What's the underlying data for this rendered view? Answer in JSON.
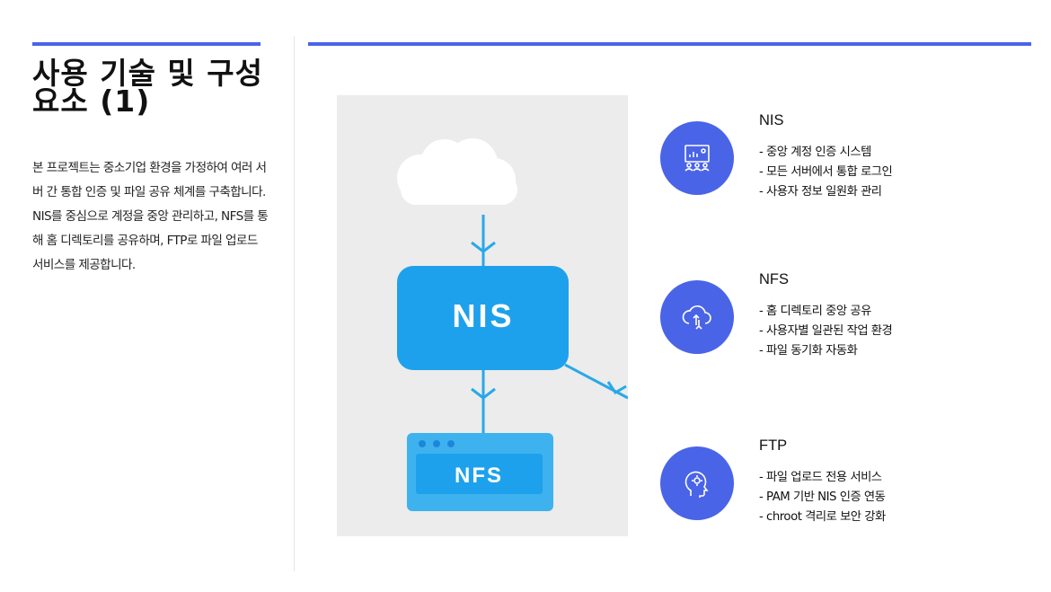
{
  "title_lines": [
    "사용 기술 및 구성",
    "요소 (1)"
  ],
  "description": "본 프로젝트는 중소기업 환경을 가정하여 여러 서버 간 통합 인증 및 파일 공유 체계를 구축합니다. NIS를 중심으로 계정을 중앙 관리하고, NFS를 통해 홈 디렉토리를 공유하며, FTP로 파일 업로드 서비스를 제공합니다.",
  "diagram": {
    "nis_label": "NIS",
    "nfs_label": "NFS",
    "colors": {
      "cloud": "#ffffff",
      "nis_box": "#1ea1ec",
      "nfs_box": "#3eb2ef",
      "arrow": "#29a8e8",
      "background": "#ececec"
    }
  },
  "accent_color": "#4a64e8",
  "features": [
    {
      "icon": "presentation-icon",
      "title": "NIS",
      "bullets": [
        "- 중앙 계정 인증 시스템",
        "- 모든 서버에서 통합 로그인",
        "- 사용자 정보 일원화 관리"
      ]
    },
    {
      "icon": "cloud-sync-icon",
      "title": "NFS",
      "bullets": [
        "- 홈 디렉토리 중앙 공유",
        "- 사용자별 일관된 작업 환경",
        "- 파일 동기화 자동화"
      ]
    },
    {
      "icon": "head-gear-icon",
      "title": "FTP",
      "bullets": [
        "- 파일 업로드 전용 서비스",
        "- PAM 기반 NIS 인증 연동",
        "- chroot 격리로 보안 강화"
      ]
    }
  ]
}
